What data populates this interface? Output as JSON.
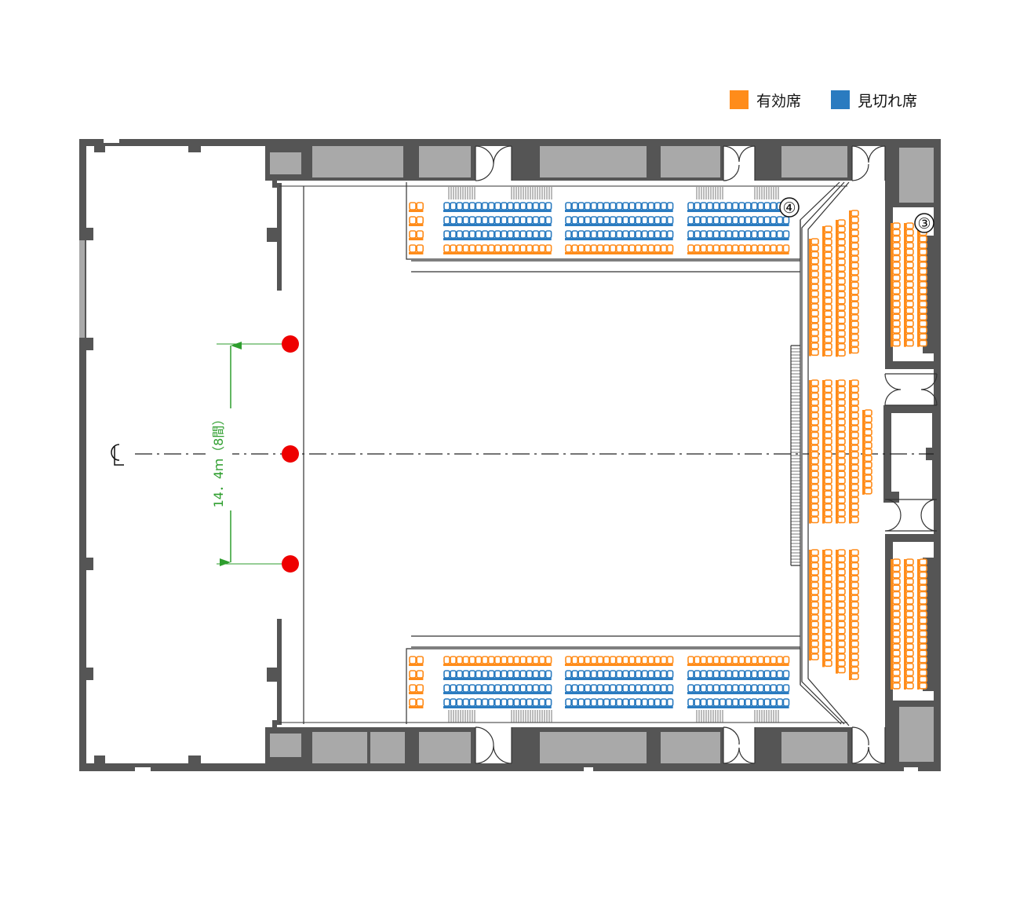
{
  "legend": {
    "valid": {
      "label": "有効席",
      "color": "#ff8c1a"
    },
    "obstructed": {
      "label": "見切れ席",
      "color": "#2a7bc0"
    }
  },
  "dimension": {
    "label": "14．4ｍ（8間）",
    "color": "#2e9e2e"
  },
  "centerline_label": "CL",
  "markers": {
    "section_4": "④",
    "section_3": "③",
    "pillar_color": "#ee0000",
    "pillar_count": 3
  },
  "colors": {
    "wall": "#555555",
    "room": "#a9a9a9",
    "line": "#333333"
  }
}
